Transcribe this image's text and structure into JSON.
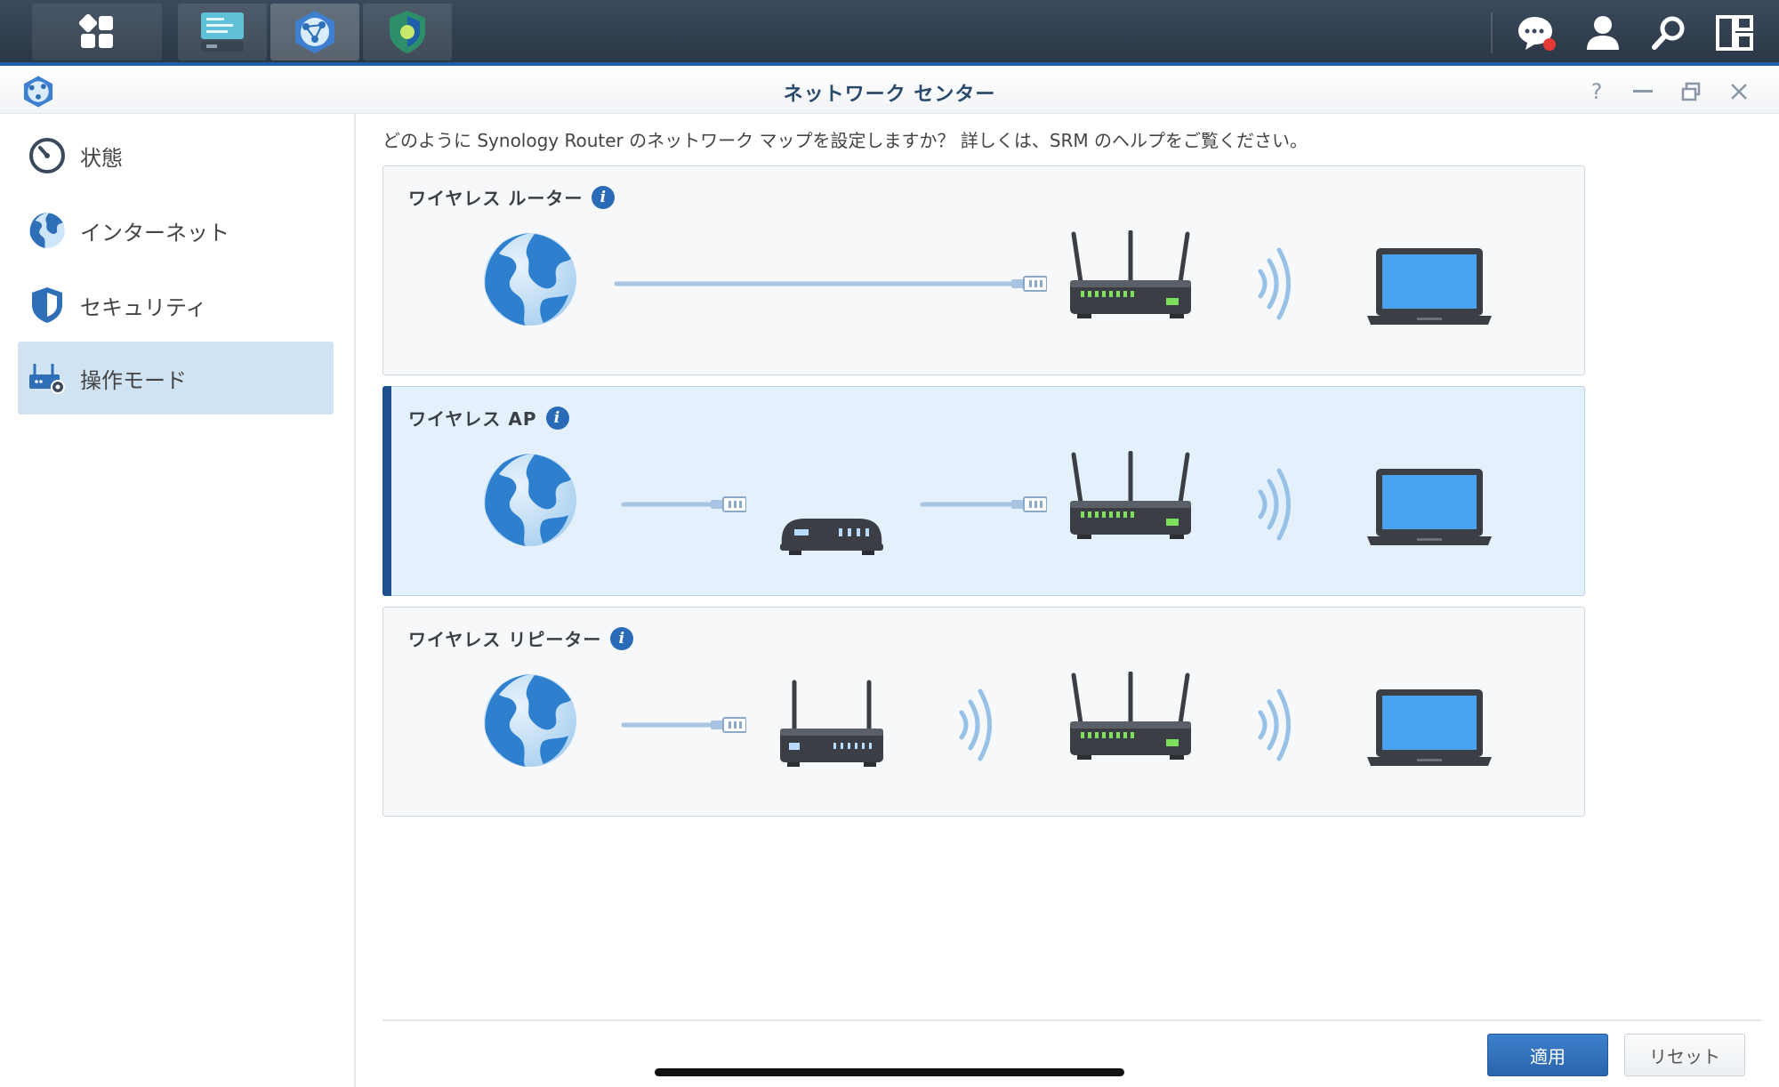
{
  "window": {
    "title": "ネットワーク センター"
  },
  "sidebar": {
    "items": [
      {
        "label": "状態",
        "icon": "gauge-icon"
      },
      {
        "label": "インターネット",
        "icon": "globe-icon"
      },
      {
        "label": "セキュリティ",
        "icon": "shield-icon"
      },
      {
        "label": "操作モード",
        "icon": "router-gear-icon",
        "active": true
      }
    ]
  },
  "main": {
    "intro": "どのように Synology Router のネットワーク マップを設定しますか？ 詳しくは、SRM のヘルプをご覧ください。",
    "modes": [
      {
        "title": "ワイヤレス ルーター",
        "selected": false
      },
      {
        "title": "ワイヤレス AP",
        "selected": true
      },
      {
        "title": "ワイヤレス リピーター",
        "selected": false
      }
    ]
  },
  "footer": {
    "apply_label": "適用",
    "reset_label": "リセット"
  },
  "colors": {
    "accent": "#1f4f8f",
    "selected_bg": "#e4f1fc",
    "sidebar_active": "#cfe3f3"
  }
}
